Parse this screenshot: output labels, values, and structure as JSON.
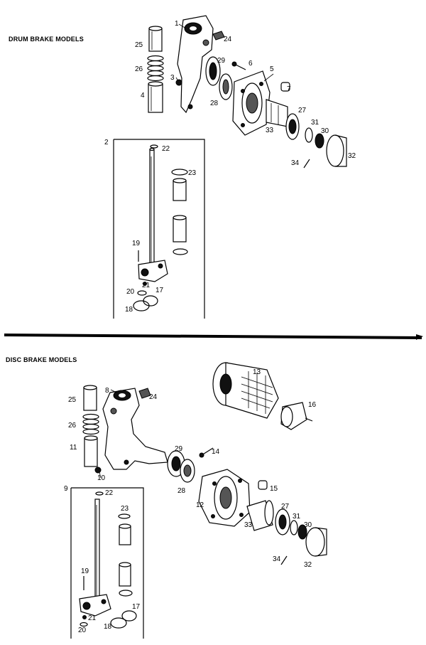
{
  "sections": {
    "drum_title": "DRUM BRAKE MODELS",
    "disc_title": "DISC BRAKE MODELS"
  },
  "drum_labels": {
    "n1": "1",
    "n2": "2",
    "n3": "3",
    "n4": "4",
    "n5": "5",
    "n6": "6",
    "n7": "7",
    "n17": "17",
    "n18": "18",
    "n19": "19",
    "n20": "20",
    "n21": "21",
    "n22": "22",
    "n23": "23",
    "n24": "24",
    "n25": "25",
    "n26": "26",
    "n27": "27",
    "n28": "28",
    "n29": "29",
    "n30": "30",
    "n31": "31",
    "n32": "32",
    "n33": "33",
    "n34": "34"
  },
  "disc_labels": {
    "n8": "8",
    "n9": "9",
    "n10": "10",
    "n11": "11",
    "n12": "12",
    "n13": "13",
    "n14": "14",
    "n15": "15",
    "n16": "16",
    "n17": "17",
    "n18": "18",
    "n19": "19",
    "n20": "20",
    "n21": "21",
    "n22": "22",
    "n23": "23",
    "n24": "24",
    "n25": "25",
    "n26": "26",
    "n27": "27",
    "n28": "28",
    "n29": "29",
    "n30": "30",
    "n31": "31",
    "n32": "32",
    "n33": "33",
    "n34": "34"
  }
}
